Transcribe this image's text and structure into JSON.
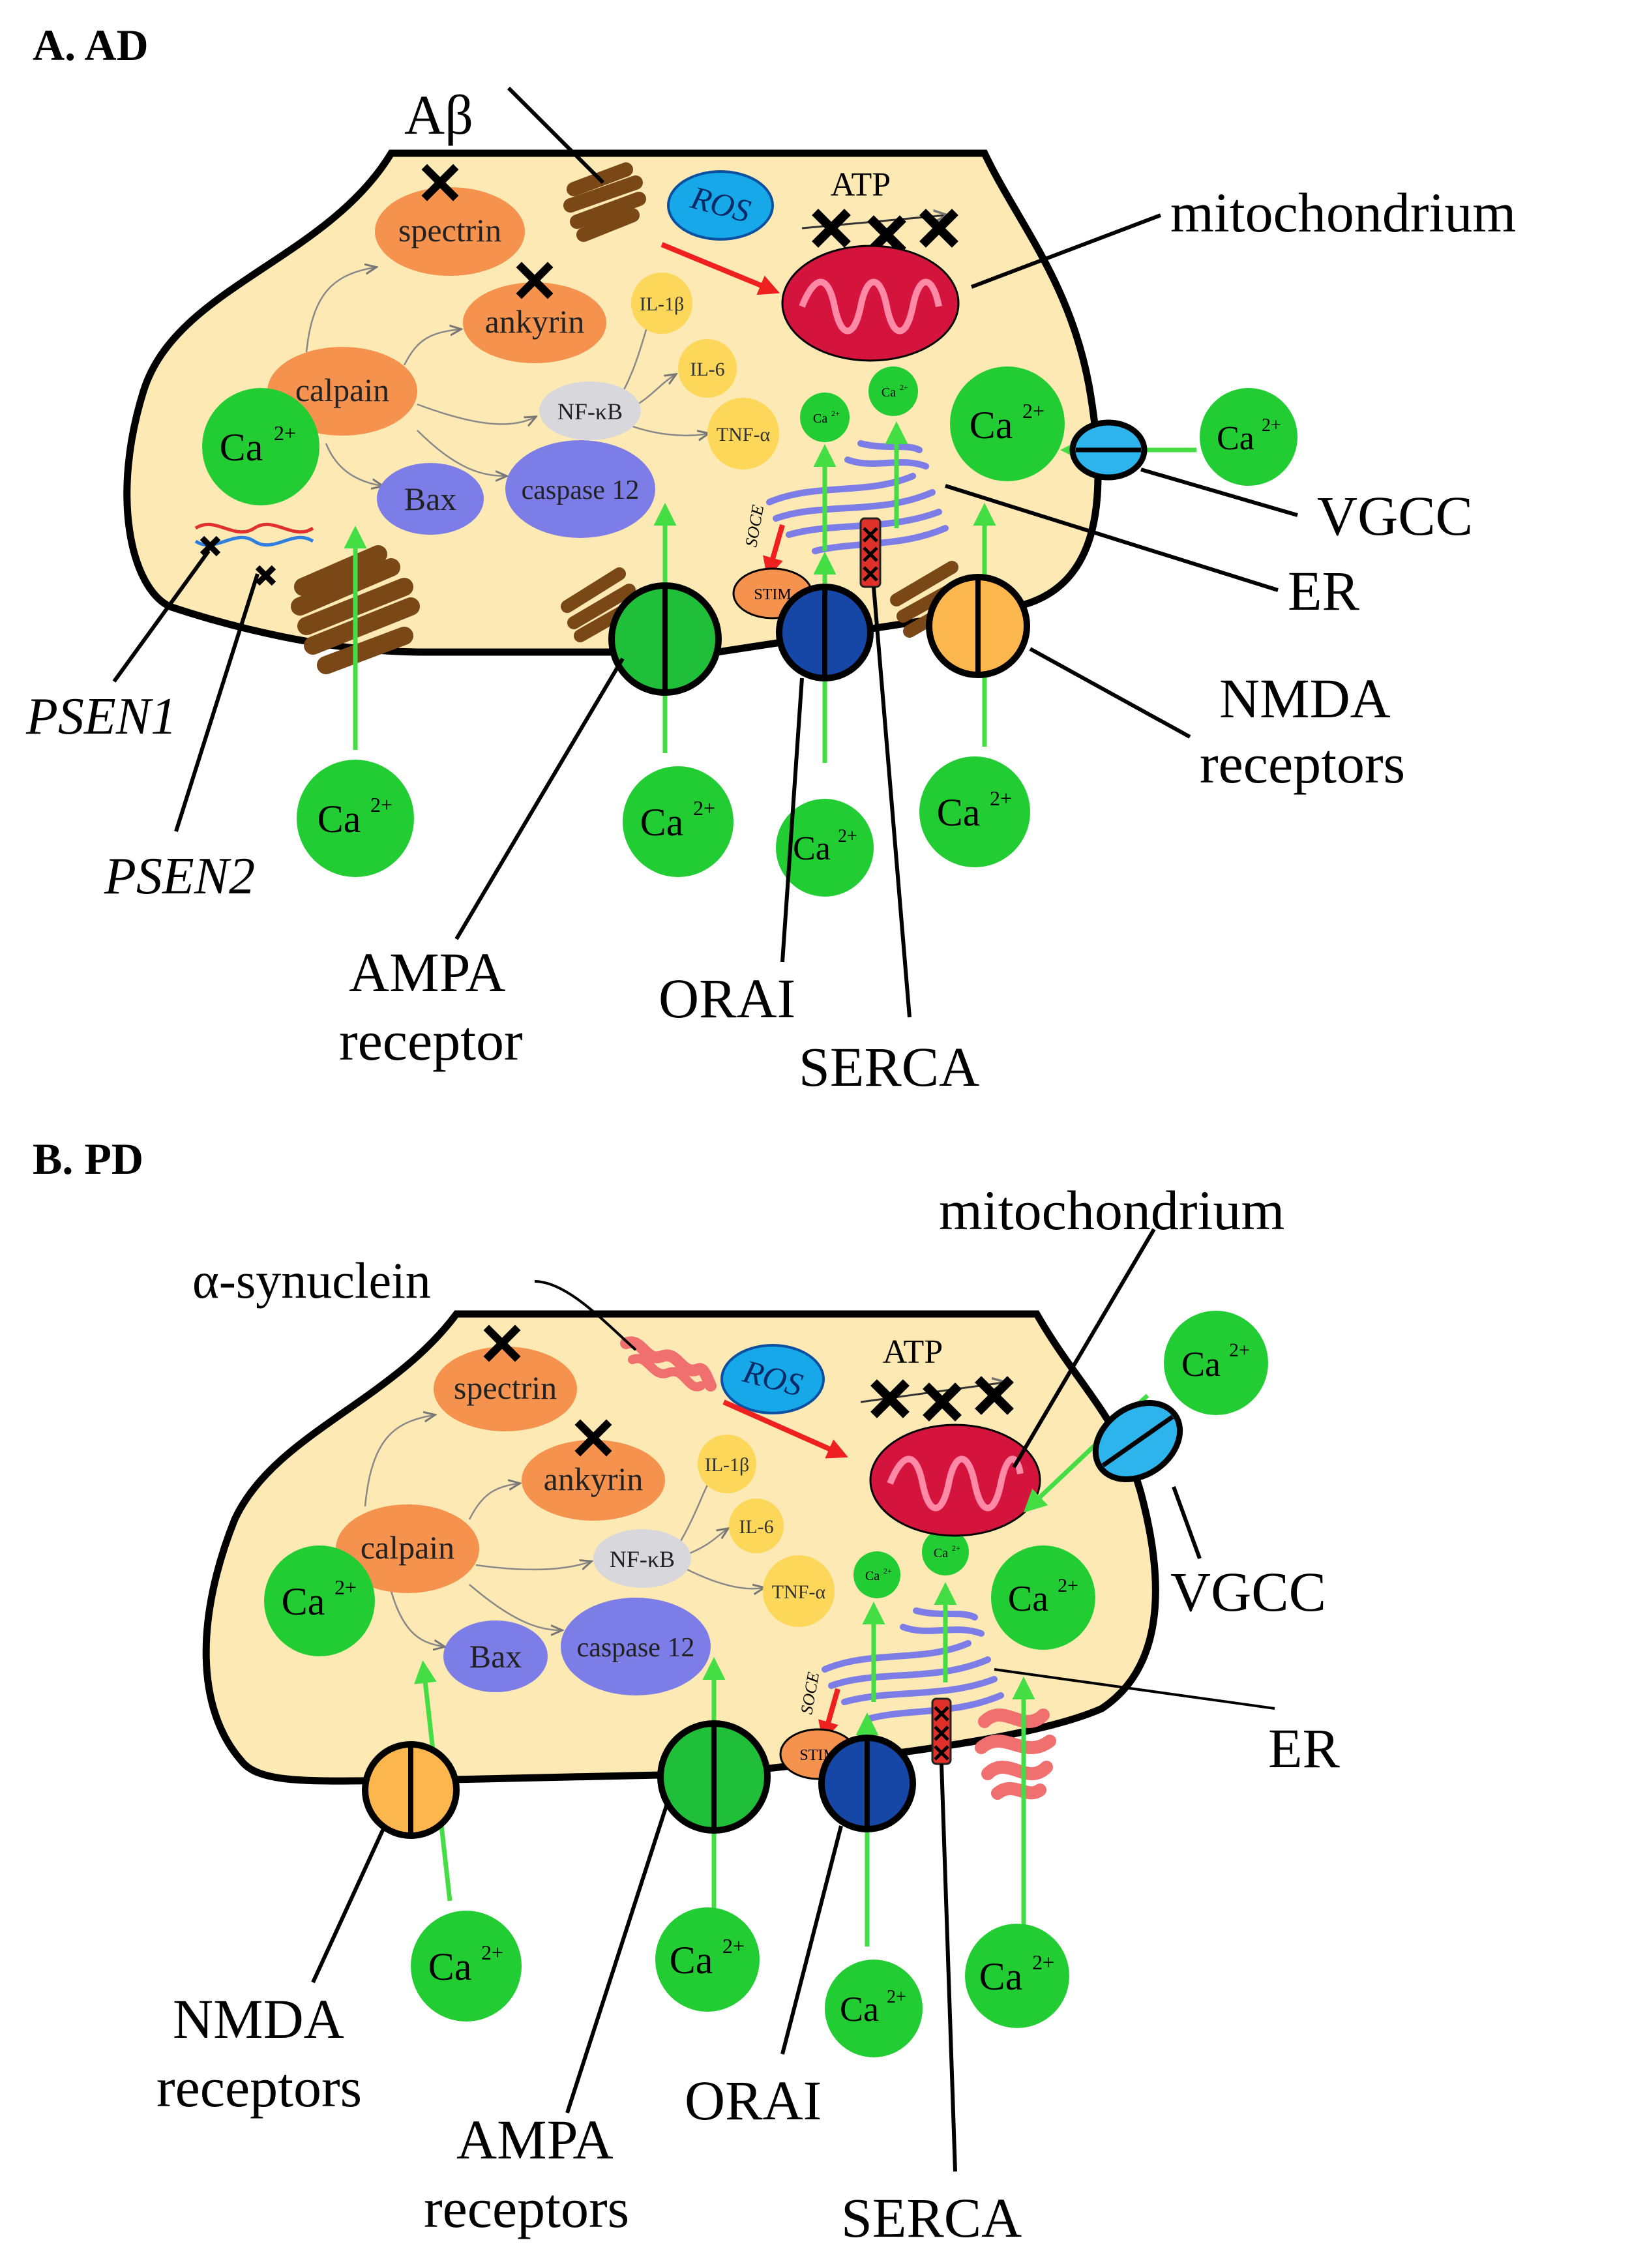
{
  "panel_a": {
    "title": "A. AD",
    "abeta": "Aβ",
    "mitochondrium": "mitochondrium",
    "vgcc": "VGCC",
    "er": "ER",
    "nmda": [
      "NMDA",
      "receptors"
    ],
    "psen1": "PSEN1",
    "psen2": "PSEN2",
    "ampa": [
      "AMPA",
      "receptor"
    ],
    "orai": "ORAI",
    "serca": "SERCA"
  },
  "panel_b": {
    "title": "B. PD",
    "asyn": "α-synuclein",
    "mitochondrium": "mitochondrium",
    "vgcc": "VGCC",
    "er": "ER",
    "nmda": [
      "NMDA",
      "receptors"
    ],
    "ampa": [
      "AMPA",
      "receptors"
    ],
    "orai": "ORAI",
    "serca": "SERCA"
  },
  "cell": {
    "spectrin": "spectrin",
    "ankyrin": "ankyrin",
    "calpain": "calpain",
    "bax": "Bax",
    "caspase": "caspase 12",
    "nfkb": "NF-κB",
    "il1b": "IL-1β",
    "il6": "IL-6",
    "tnfa": "TNF-α",
    "ros": "ROS",
    "atp": "ATP",
    "soce": "SOCE",
    "stim": "STIM",
    "ca": "Ca",
    "ca_sup": "2+"
  },
  "colors": {
    "cytoplasm": "#fde9b4",
    "orange_protein": "#f4924e",
    "purple_protein": "#7c7de6",
    "cytokine": "#fdd75a",
    "nfkb": "#d8d8dc",
    "calcium": "#22cc33",
    "ros": "#16a8e8",
    "mito": "#d4143c",
    "vgcc": "#2db4ec",
    "ampa": "#1fbf3a",
    "orai": "#1646a6",
    "nmda": "#fbb64d",
    "abeta": "#7a4716",
    "asyn": "#f07070"
  }
}
